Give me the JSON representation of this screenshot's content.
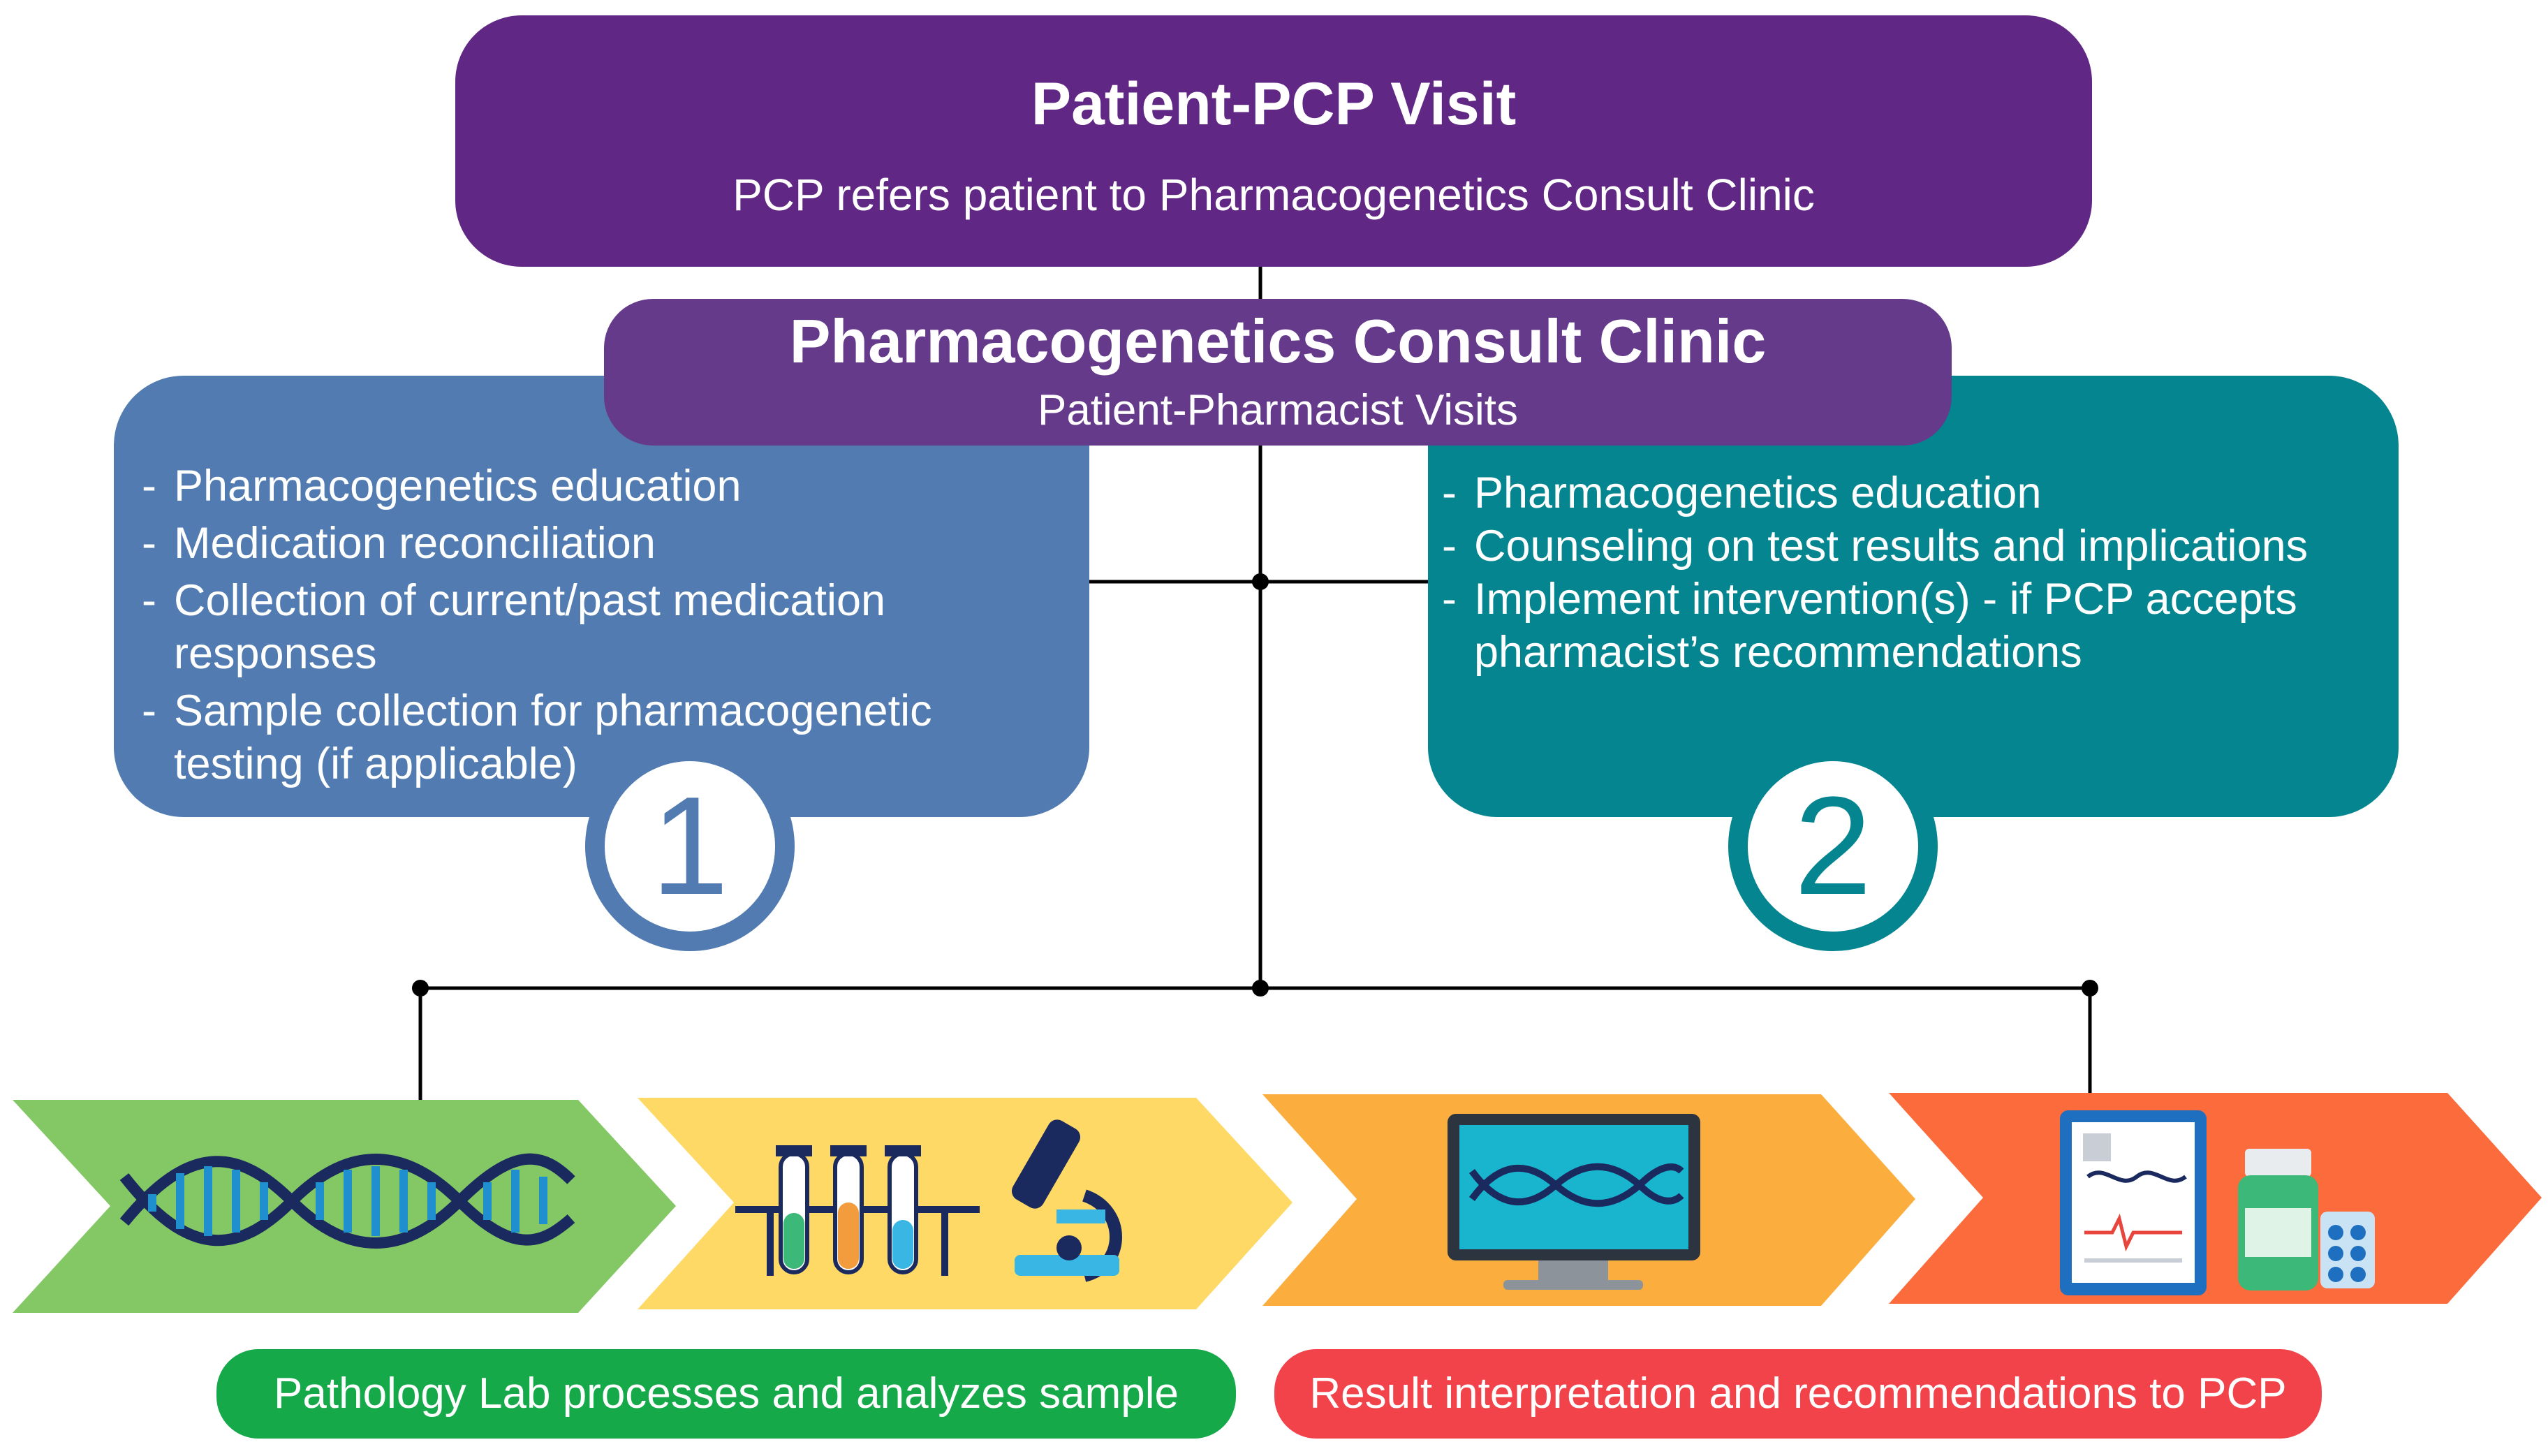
{
  "visit": {
    "title": "Patient-PCP Visit",
    "subtitle": "PCP refers patient to Pharmacogenetics Consult Clinic"
  },
  "clinic": {
    "title": "Pharmacogenetics Consult Clinic",
    "subtitle": "Patient-Pharmacist Visits"
  },
  "visit1": {
    "number": "1",
    "items": [
      "Pharmacogenetics education",
      "Medication reconciliation",
      "Collection of current/past medication responses",
      "Sample collection for pharmacogenetic testing (if applicable)"
    ]
  },
  "visit2": {
    "number": "2",
    "items": [
      "Pharmacogenetics education",
      "Counseling on test results and implications",
      "Implement intervention(s) - if PCP accepts pharmacist’s recommendations"
    ]
  },
  "steps": {
    "icons": [
      "dna-icon",
      "test-tubes-icon",
      "microscope-icon",
      "computer-monitor-icon",
      "report-icon",
      "medicine-bottle-icon",
      "pill-blister-icon"
    ]
  },
  "labels": {
    "lab": "Pathology Lab processes and analyzes sample",
    "result": "Result interpretation and recommendations to PCP"
  },
  "colors": {
    "purple": "#612784",
    "clinic_purple": "#653a8b",
    "blue": "#527cb1",
    "teal": "#04858f",
    "green_step": "#84c866",
    "yellow_step": "#ffd966",
    "orange_step": "#fbad3d",
    "red_step": "#fb6b3c",
    "green_label": "#15a94a",
    "red_label": "#f2434b"
  }
}
